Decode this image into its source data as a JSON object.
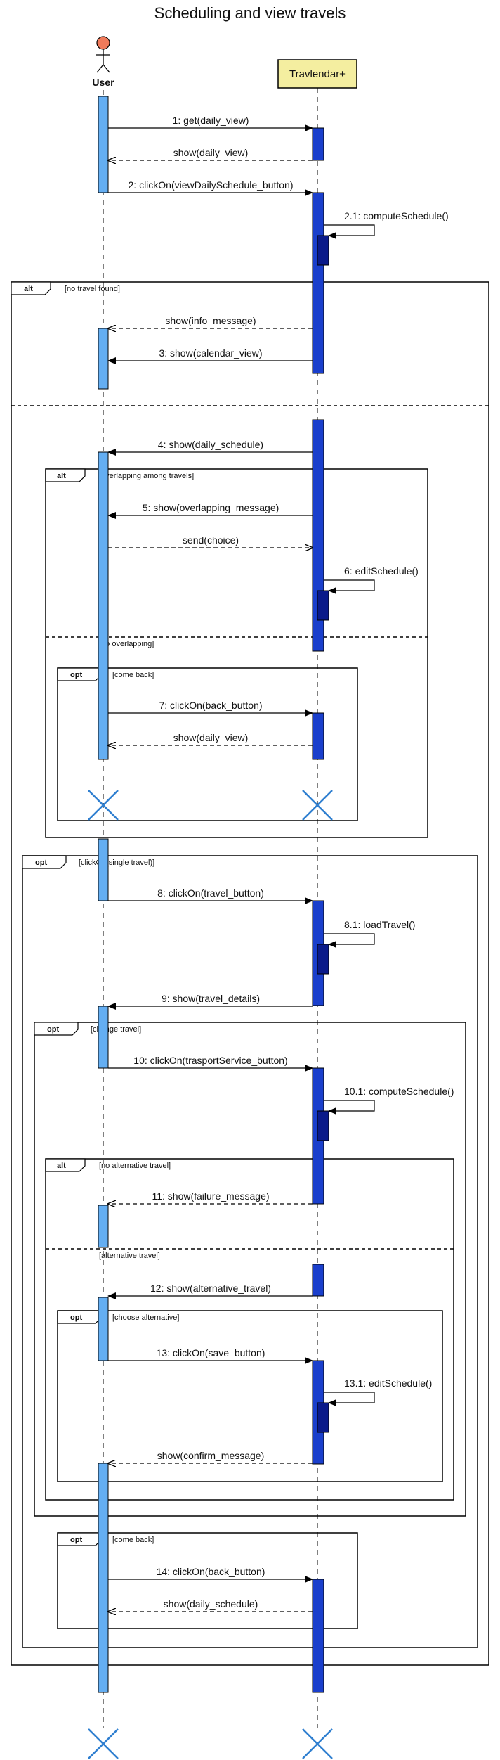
{
  "title": "Scheduling and view travels",
  "colors": {
    "user_activation": "#64aef2",
    "sys_activation": "#1a3fcc",
    "nested_activation": "#0a1a8a",
    "participant_fill": "#f4eea0",
    "actor_head": "#f07a5a"
  },
  "participants": {
    "user": "User",
    "system": "Travlendar+"
  },
  "messages": [
    {
      "id": "m1",
      "label": "1: get(daily_view)"
    },
    {
      "id": "m2",
      "label": "show(daily_view)"
    },
    {
      "id": "m3",
      "label": "2: clickOn(viewDailySchedule_button)"
    },
    {
      "id": "m4",
      "label": "2.1: computeSchedule()"
    },
    {
      "id": "m5",
      "label": "show(info_message)"
    },
    {
      "id": "m6",
      "label": "3: show(calendar_view)"
    },
    {
      "id": "m7",
      "label": "4: show(daily_schedule)"
    },
    {
      "id": "m8",
      "label": "5: show(overlapping_message)"
    },
    {
      "id": "m9",
      "label": "send(choice)"
    },
    {
      "id": "m10",
      "label": "6: editSchedule()"
    },
    {
      "id": "m11",
      "label": "7: clickOn(back_button)"
    },
    {
      "id": "m12",
      "label": "show(daily_view)"
    },
    {
      "id": "m13",
      "label": "8: clickOn(travel_button)"
    },
    {
      "id": "m14",
      "label": "8.1: loadTravel()"
    },
    {
      "id": "m15",
      "label": "9: show(travel_details)"
    },
    {
      "id": "m16",
      "label": "10: clickOn(trasportService_button)"
    },
    {
      "id": "m17",
      "label": "10.1: computeSchedule()"
    },
    {
      "id": "m18",
      "label": "11: show(failure_message)"
    },
    {
      "id": "m19",
      "label": "12: show(alternative_travel)"
    },
    {
      "id": "m20",
      "label": "13: clickOn(save_button)"
    },
    {
      "id": "m21",
      "label": "13.1: editSchedule()"
    },
    {
      "id": "m22",
      "label": "show(confirm_message)"
    },
    {
      "id": "m23",
      "label": "14: clickOn(back_button)"
    },
    {
      "id": "m24",
      "label": "show(daily_schedule)"
    }
  ],
  "fragments": [
    {
      "id": "f1",
      "operator": "alt",
      "guard": "[no travel found]"
    },
    {
      "id": "f2",
      "operator": "alt",
      "guard": "[overlapping among travels]"
    },
    {
      "id": "f3",
      "operator": "opt",
      "guard": "[come back]"
    },
    {
      "id": "f4",
      "operator": "opt",
      "guard": "[clickOn(single travel)]"
    },
    {
      "id": "f5",
      "operator": "opt",
      "guard": "[change travel]"
    },
    {
      "id": "f6",
      "operator": "alt",
      "guard": "[no alternative travel]"
    },
    {
      "id": "f7",
      "operator": "opt",
      "guard": "[choose alternative]"
    },
    {
      "id": "f8",
      "operator": "opt",
      "guard": "[come back]"
    }
  ],
  "guards": {
    "f2_else": "[no overlapping]",
    "f6_else": "[alternative travel]"
  }
}
